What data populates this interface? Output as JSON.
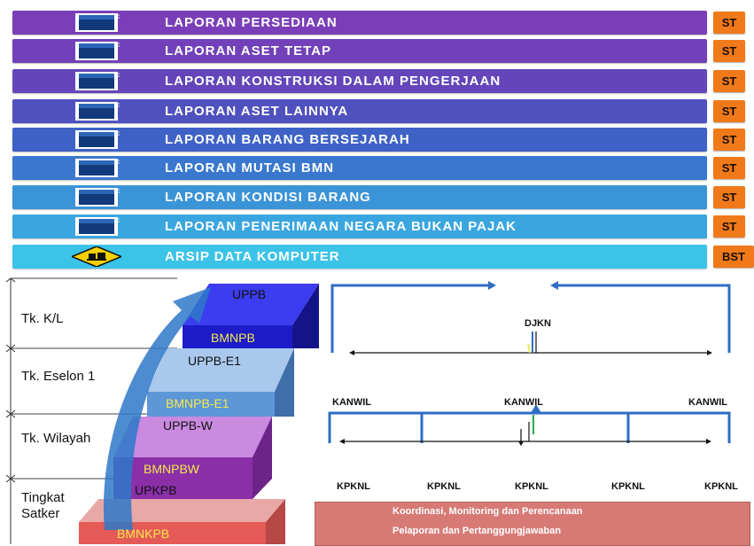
{
  "reports": [
    {
      "label": "LAPORAN PERSEDIAAN",
      "badge": "ST",
      "color": "#7a3fb8",
      "icon": "monitor-icon"
    },
    {
      "label": "LAPORAN ASET TETAP",
      "badge": "ST",
      "color": "#7241b9",
      "icon": "monitor-icon"
    },
    {
      "label": "LAPORAN KONSTRUKSI DALAM PENGERJAAN",
      "badge": "ST",
      "color": "#6446ba",
      "icon": "monitor-icon"
    },
    {
      "label": "LAPORAN ASET LAINNYA",
      "badge": "ST",
      "color": "#4f51be",
      "icon": "monitor-icon"
    },
    {
      "label": "LAPORAN BARANG BERSEJARAH",
      "badge": "ST",
      "color": "#3e62c6",
      "icon": "monitor-icon"
    },
    {
      "label": "LAPORAN MUTASI BMN",
      "badge": "ST",
      "color": "#3a78cf",
      "icon": "monitor-icon"
    },
    {
      "label": "LAPORAN KONDISI BARANG",
      "badge": "ST",
      "color": "#3b93d8",
      "icon": "monitor-icon"
    },
    {
      "label": "LAPORAN PENERIMAAN NEGARA BUKAN PAJAK",
      "badge": "ST",
      "color": "#3aa6df",
      "icon": "monitor-icon"
    },
    {
      "label": "ARSIP DATA KOMPUTER",
      "badge": "BST",
      "color": "#3cc3e8",
      "icon": "computer-sign-icon"
    }
  ],
  "levels": [
    "Tk. K/L",
    "Tk. Eselon 1",
    "Tk. Wilayah",
    "Tingkat Satker"
  ],
  "blocks": {
    "uppb": "UPPB",
    "bmnpb": "BMNPB",
    "uppb_e1": "UPPB-E1",
    "bmnpb_e1": "BMNPB-E1",
    "uppb_w": "UPPB-W",
    "bmnpbw": "BMNPBW",
    "upkpb": "UPKPB",
    "bmnkpb": "BMNKPB"
  },
  "network": {
    "djkn": "DJKN",
    "kanwil": [
      "KANWIL",
      "KANWIL",
      "KANWIL"
    ],
    "kpknl": [
      "KPKNL",
      "KPKNL",
      "KPKNL",
      "KPKNL",
      "KPKNL"
    ]
  },
  "legend": {
    "coordination": "Koordinasi, Monitoring dan Perencanaan",
    "reporting": "Pelaporan dan Pertanggungjawaban"
  },
  "colors": {
    "badge": "#f07a1a",
    "block_text_yellow": "#f6e84a",
    "network_blue": "#2f6cc4",
    "legend_bg": "#d77a76"
  }
}
